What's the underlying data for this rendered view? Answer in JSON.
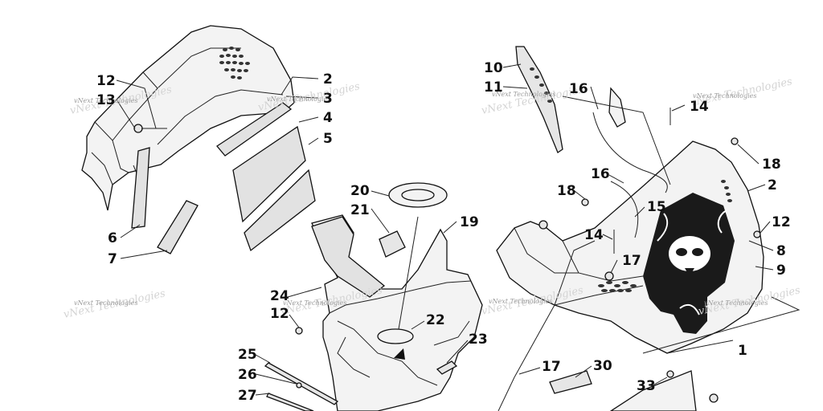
{
  "callouts": [
    {
      "id": "c10",
      "text": "10"
    },
    {
      "id": "c11",
      "text": "11"
    },
    {
      "id": "c16a",
      "text": "16"
    },
    {
      "id": "c14a",
      "text": "14"
    },
    {
      "id": "c18a",
      "text": "18"
    },
    {
      "id": "c2b",
      "text": "2"
    },
    {
      "id": "c16b",
      "text": "16"
    },
    {
      "id": "c18b",
      "text": "18"
    },
    {
      "id": "c15",
      "text": "15"
    },
    {
      "id": "c12c",
      "text": "12"
    },
    {
      "id": "c14b",
      "text": "14"
    },
    {
      "id": "c8",
      "text": "8"
    },
    {
      "id": "c17a",
      "text": "17"
    },
    {
      "id": "c9",
      "text": "9"
    },
    {
      "id": "c1",
      "text": "1"
    },
    {
      "id": "c12a",
      "text": "12"
    },
    {
      "id": "c13",
      "text": "13"
    },
    {
      "id": "c2a",
      "text": "2"
    },
    {
      "id": "c3",
      "text": "3"
    },
    {
      "id": "c4",
      "text": "4"
    },
    {
      "id": "c5",
      "text": "5"
    },
    {
      "id": "c6",
      "text": "6"
    },
    {
      "id": "c7",
      "text": "7"
    },
    {
      "id": "c20",
      "text": "20"
    },
    {
      "id": "c21",
      "text": "21"
    },
    {
      "id": "c19",
      "text": "19"
    },
    {
      "id": "c24",
      "text": "24"
    },
    {
      "id": "c12b",
      "text": "12"
    },
    {
      "id": "c22",
      "text": "22"
    },
    {
      "id": "c23",
      "text": "23"
    },
    {
      "id": "c25",
      "text": "25"
    },
    {
      "id": "c26",
      "text": "26"
    },
    {
      "id": "c27",
      "text": "27"
    },
    {
      "id": "c17b",
      "text": "17"
    },
    {
      "id": "c30",
      "text": "30"
    },
    {
      "id": "c33",
      "text": "33"
    }
  ],
  "watermark": {
    "text": "vNext Technologies"
  }
}
